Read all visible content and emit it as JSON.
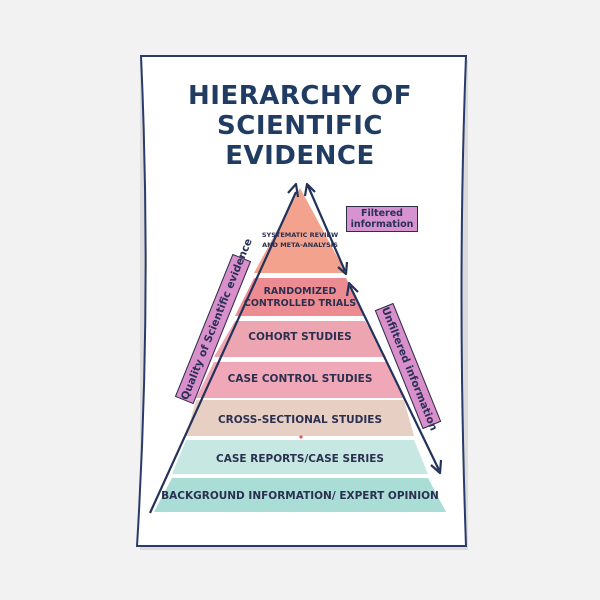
{
  "title": {
    "line1": "HIERARCHY OF",
    "line2": "SCIENTIFIC EVIDENCE"
  },
  "pyramid": {
    "tiers": [
      {
        "label": "SYSTEMATIC REVIEW AND META-ANALYSIS",
        "color": "#f3a28d"
      },
      {
        "label": "RANDOMIZED CONTROLLED TRIALS",
        "color": "#ec8c92"
      },
      {
        "label": "COHORT STUDIES",
        "color": "#eea5b2"
      },
      {
        "label": "CASE CONTROL STUDIES",
        "color": "#f0a7b8"
      },
      {
        "label": "CROSS-SECTIONAL STUDIES",
        "color": "#e8cfc3"
      },
      {
        "label": "CASE REPORTS/CASE SERIES",
        "color": "#c7e8e2"
      },
      {
        "label": "BACKGROUND INFORMATION/ EXPERT OPINION",
        "color": "#a9ddd5"
      }
    ]
  },
  "labels": {
    "filtered": "Filtered information",
    "quality": "Quality of Scientific evidence",
    "unfiltered": "Unfiltered information"
  },
  "colors": {
    "title": "#213c62",
    "tag_fill": "#d98fc9",
    "arrow": "#22325a"
  }
}
